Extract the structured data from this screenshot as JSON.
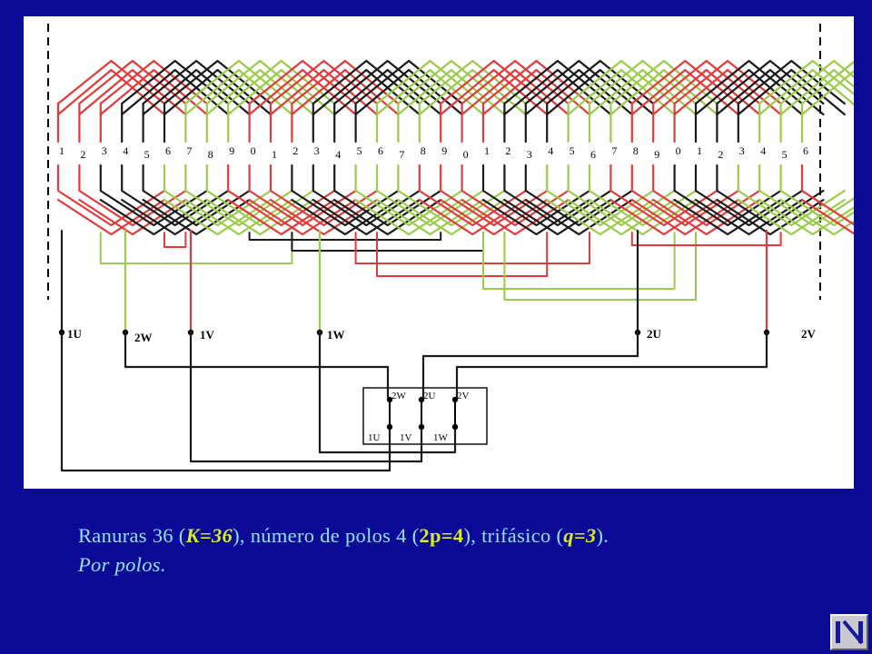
{
  "diagram": {
    "slot_numbers": [
      "1",
      "2",
      "3",
      "4",
      "5",
      "6",
      "7",
      "8",
      "9",
      "0",
      "1",
      "2",
      "3",
      "4",
      "5",
      "6",
      "7",
      "8",
      "9",
      "0",
      "1",
      "2",
      "3",
      "4",
      "5",
      "6",
      "7",
      "8",
      "9",
      "0",
      "1",
      "2",
      "3",
      "4",
      "5",
      "6"
    ],
    "terminals": [
      "1U",
      "2W",
      "1V",
      "1W",
      "2U",
      "2V"
    ],
    "terminal_box": {
      "top_labels": [
        "2W",
        "2U",
        "2V"
      ],
      "bottom_labels": [
        "1U",
        "1V",
        "1W"
      ]
    },
    "colors": {
      "phase_red": "#e23a3a",
      "phase_black": "#1a1a1a",
      "phase_green": "#9acb4a",
      "background": "#0a0a96",
      "panel": "#ffffff"
    }
  },
  "caption": {
    "p1": "Ranuras 36 (",
    "k": "K=36",
    "p2": "), número de polos 4 (",
    "poles": "2p=4",
    "p3": "), trifásico (",
    "q": "q=3",
    "p4": ").",
    "line2": "Por polos."
  },
  "nav": {
    "icon": "skip-to-first-icon"
  }
}
